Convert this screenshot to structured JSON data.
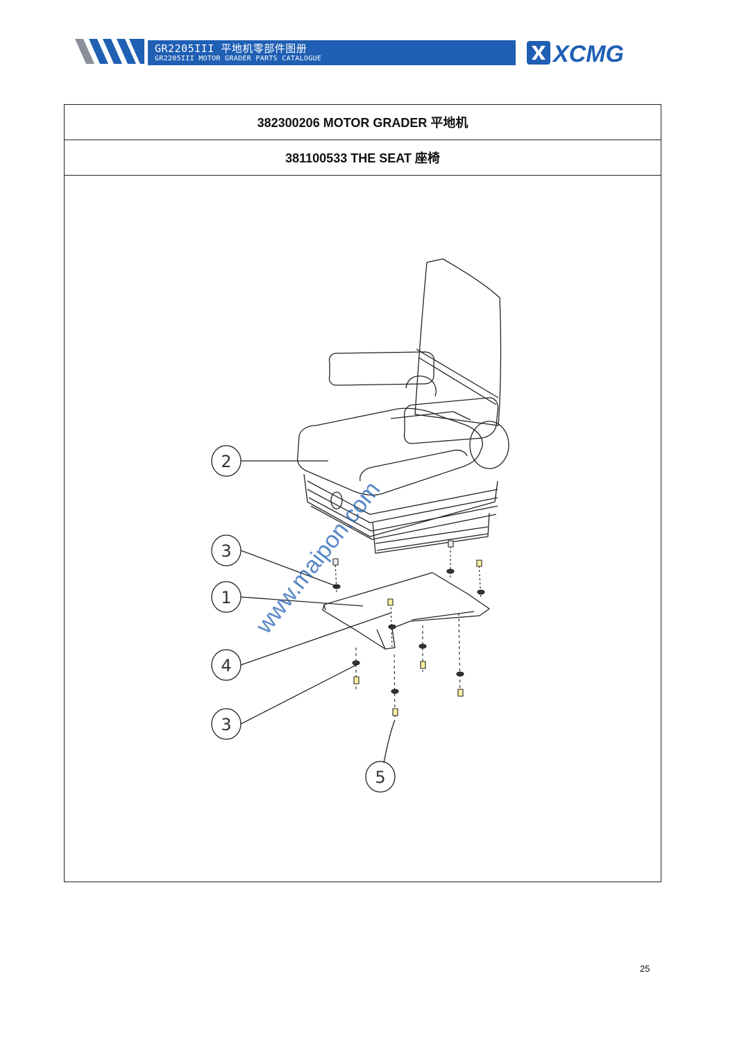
{
  "header": {
    "banner_line1": "GR2205III 平地机零部件图册",
    "banner_line2": "GR2205III MOTOR GRADER PARTS CATALOGUE",
    "brand_logo": "XCMG",
    "brand_color": "#1f5fb4"
  },
  "table": {
    "title_row": "382300206 MOTOR GRADER 平地机",
    "subtitle_row": "381100533 THE SEAT 座椅"
  },
  "drawing": {
    "callouts": [
      "2",
      "3",
      "1",
      "4",
      "3",
      "5"
    ],
    "watermark": "www.maipon.com"
  },
  "page_number": "25"
}
